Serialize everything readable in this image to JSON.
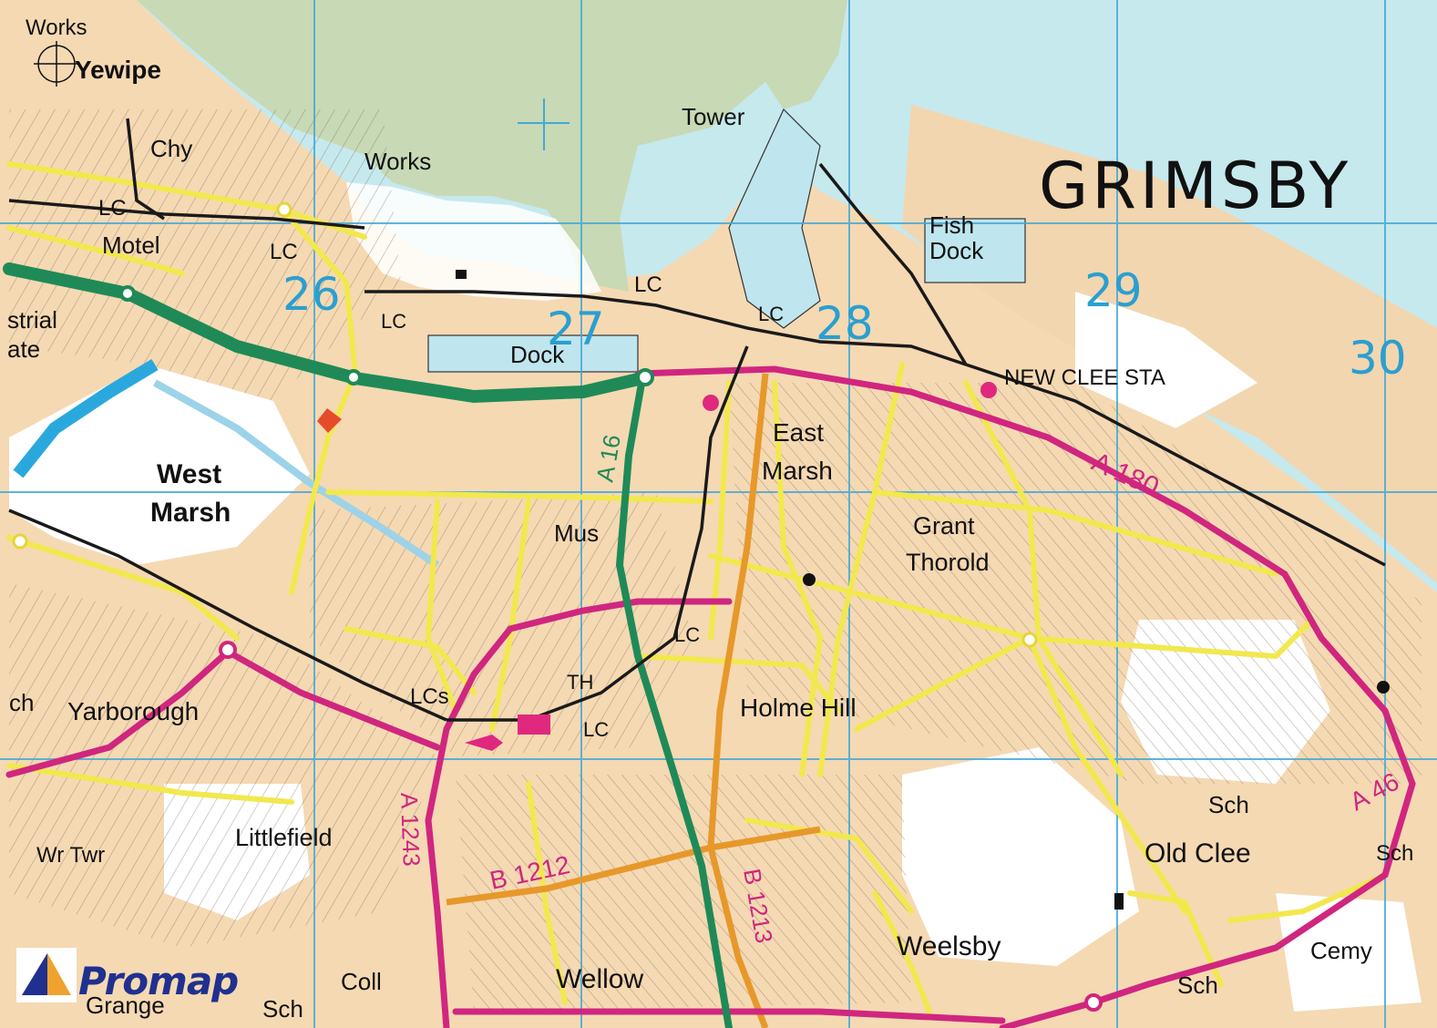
{
  "colors": {
    "land": "#f5d9b3",
    "sea": "#c6e9ee",
    "mud": "#c8d9b5",
    "sand": "#f2d6b0",
    "grid": "#45a8d6",
    "primary_route": "#1f8a57",
    "a_road": "#d0267f",
    "b_road": "#e7982a",
    "minor_road": "#f2e84e",
    "railway": "#1a1a1a"
  },
  "town": "GRIMSBY",
  "grid_numbers": [
    "26",
    "27",
    "28",
    "29",
    "30"
  ],
  "places": {
    "yewipe": "Yewipe",
    "works_top": "Works",
    "works": "Works",
    "chy": "Chy",
    "lc_1": "LC",
    "motel": "Motel",
    "lc_2": "LC",
    "lc_3": "LC",
    "industrial": "strial",
    "estate": "ate",
    "tower": "Tower",
    "lc_4": "LC",
    "dock": "Dock",
    "fish": "Fish",
    "fish_dock": "Dock",
    "lc_5": "LC",
    "new_clee_sta": "NEW CLEE STA",
    "east": "East",
    "marsh": "Marsh",
    "west": "West",
    "west_marsh": "Marsh",
    "grant": "Grant",
    "thorold": "Thorold",
    "mus": "Mus",
    "lc_6": "LC",
    "lcs": "LCs",
    "th": "TH",
    "lc_7": "LC",
    "holme_hill": "Holme Hill",
    "ch": "ch",
    "yarborough": "Yarborough",
    "littlefield": "Littlefield",
    "wr_twr": "Wr Twr",
    "weelsby": "Weelsby",
    "wellow": "Wellow",
    "sch_1": "Sch",
    "old_clee": "Old Clee",
    "sch_2": "Sch",
    "cemy": "Cemy",
    "sch_3": "Sch",
    "coll": "Coll",
    "grange": "Grange",
    "sch_4": "Sch"
  },
  "roads": {
    "a16": "A 16",
    "a180": "A 180",
    "a1243": "A 1243",
    "b1212": "B 1212",
    "b1213": "B 1213",
    "a46": "A 46"
  },
  "logo": {
    "name": "Promap"
  }
}
